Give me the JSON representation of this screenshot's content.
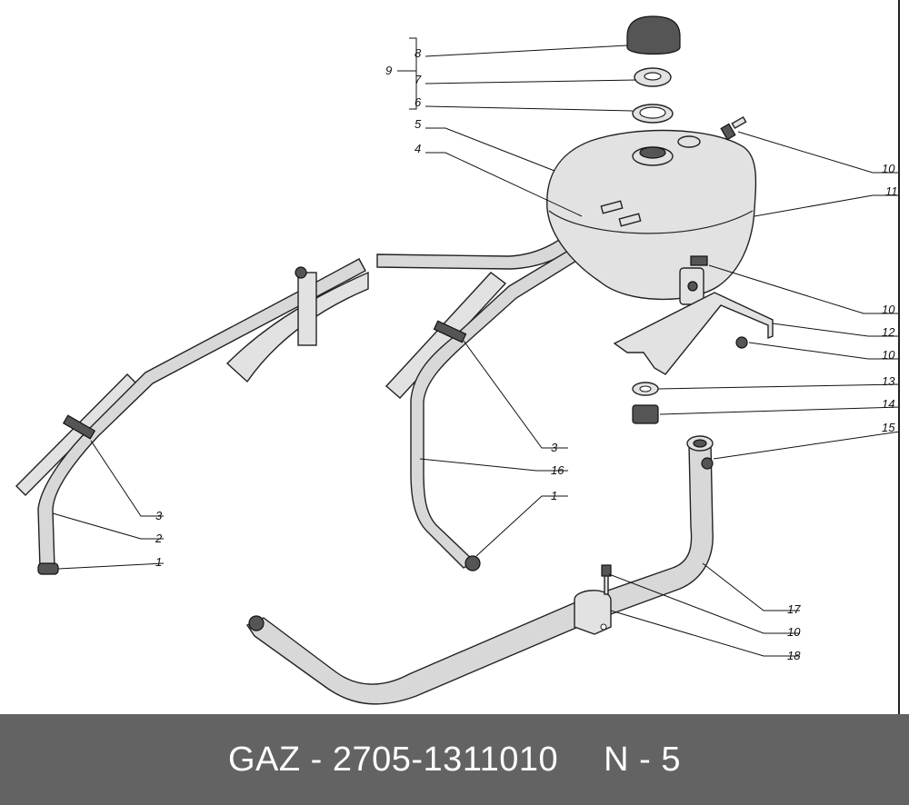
{
  "footer": {
    "brand": "GAZ",
    "separator": "-",
    "part_number": "2705-1311010",
    "page_label": "N - 5"
  },
  "callouts": {
    "c1a": "1",
    "c1b": "1",
    "c2": "2",
    "c3a": "3",
    "c3b": "3",
    "c4": "4",
    "c5": "5",
    "c6": "6",
    "c7": "7",
    "c8": "8",
    "c9": "9",
    "c10a": "10",
    "c10b": "10",
    "c10c": "10",
    "c10d": "10",
    "c11": "11",
    "c12": "12",
    "c13": "13",
    "c14": "14",
    "c15": "15",
    "c16": "16",
    "c17": "17",
    "c18": "18"
  },
  "icons": {
    "tank": "expansion-tank-icon",
    "cap": "filler-cap-icon",
    "hose": "coolant-hose-icon",
    "clamp": "hose-clamp-icon",
    "bolt": "bolt-icon",
    "bracket": "bracket-icon"
  }
}
